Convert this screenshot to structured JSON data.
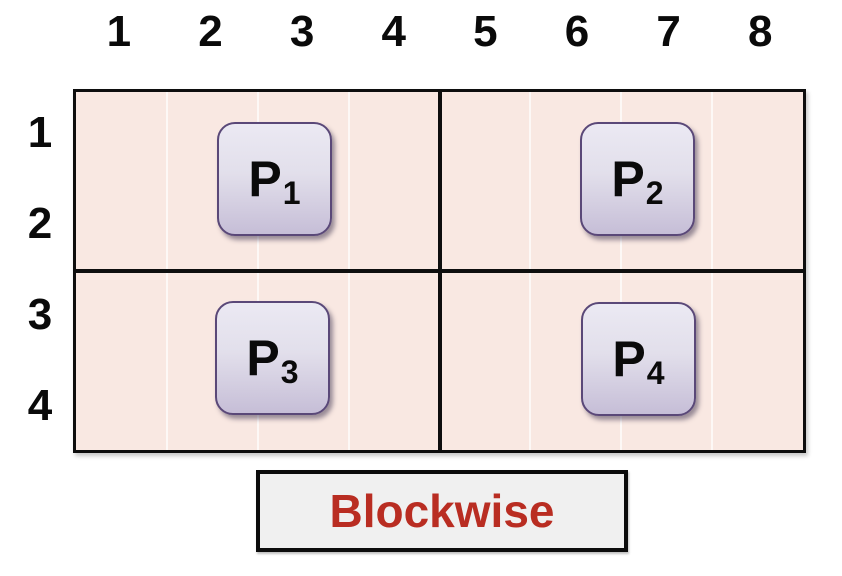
{
  "diagram": {
    "type": "blockwise-data-distribution",
    "caption": "Blockwise"
  },
  "matrix": {
    "column_labels": [
      "1",
      "2",
      "3",
      "4",
      "5",
      "6",
      "7",
      "8"
    ],
    "row_labels": [
      "1",
      "2",
      "3",
      "4"
    ],
    "num_columns": 8,
    "num_rows": 4,
    "block_layout": "2x2"
  },
  "processes": [
    {
      "name": "P",
      "subscript": "1",
      "position": "top-left-block"
    },
    {
      "name": "P",
      "subscript": "2",
      "position": "top-right-block"
    },
    {
      "name": "P",
      "subscript": "3",
      "position": "bottom-left-block"
    },
    {
      "name": "P",
      "subscript": "4",
      "position": "bottom-right-block"
    }
  ],
  "colors": {
    "matrix_background": "#f9e8e2",
    "grid_line": "#0e0e0e",
    "process_box_border": "#5a4878",
    "process_box_fill_top": "#ebe9f3",
    "process_box_fill_bottom": "#c6bed7",
    "caption_text": "#b92d22",
    "caption_background": "#f0f0f0",
    "label_text": "#0a0a0a"
  }
}
